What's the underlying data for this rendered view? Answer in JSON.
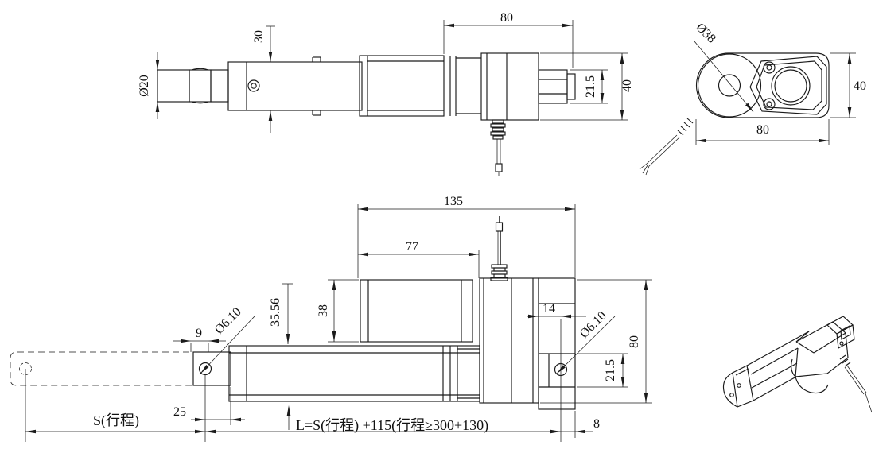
{
  "dims": {
    "side": {
      "rod_dia": "Ø20",
      "tube_dia": "30",
      "rear_len": "80",
      "mount_h": "21.5",
      "body_h": "40"
    },
    "end": {
      "drive_dia": "Ø38",
      "width": "80",
      "height": "40"
    },
    "front": {
      "total_rear": "135",
      "motor_len": "77",
      "motor_offset": "35.56",
      "motor_dia": "38",
      "rear_clevis": "14",
      "front_hole_dia": "Ø6.10",
      "rear_hole_dia": "Ø6.10",
      "clevis_width": "9",
      "front_offset": "25",
      "clevis_height": "21.5",
      "body_height": "80",
      "pin_edge": "8",
      "stroke_label": "S(行程)",
      "length_formula": "L=S(行程) +115(行程≥300+130)"
    }
  }
}
